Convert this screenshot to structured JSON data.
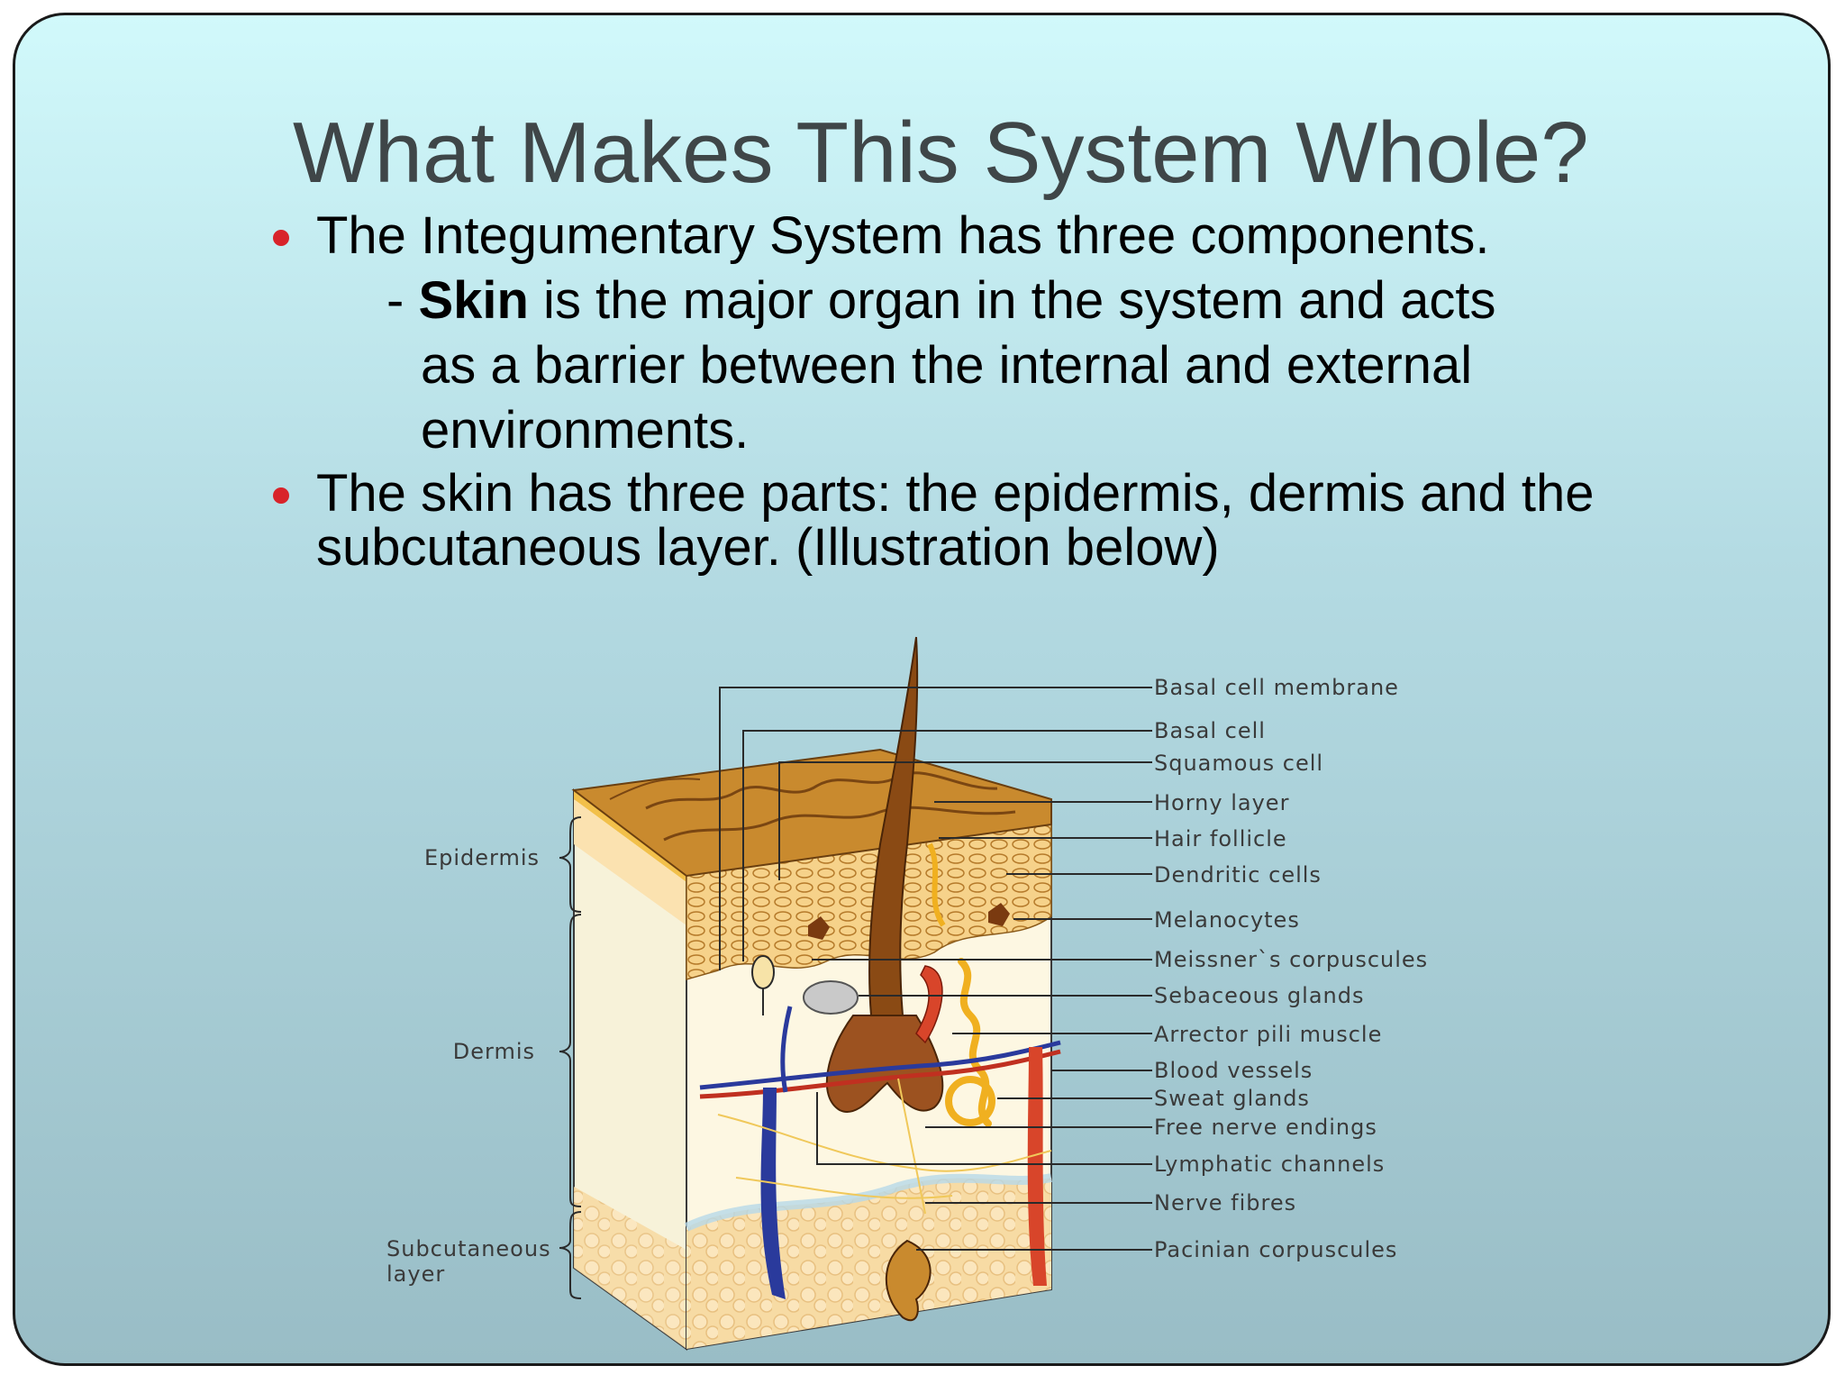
{
  "slide": {
    "title": "What Makes This System Whole?",
    "bullets": [
      {
        "text": "The Integumentary System has three components."
      },
      {
        "text_line1": "The skin has three parts: the epidermis, dermis and the",
        "text_line2": "subcutaneous layer. (Illustration below)"
      }
    ],
    "sub_point": {
      "dash": "- ",
      "bold": "Skin",
      "rest_line1": " is the major organ in the system and acts",
      "line2": "as a barrier between the internal and external",
      "line3": "environments."
    },
    "accent_color": "#d8232a"
  },
  "diagram": {
    "layers": [
      "Epidermis",
      "Dermis",
      "Subcutaneous",
      "layer"
    ],
    "labels": [
      "Basal cell membrane",
      "Basal cell",
      "Squamous cell",
      "Horny layer",
      "Hair follicle",
      "Dendritic cells",
      "Melanocytes",
      "Meissner`s corpuscules",
      "Sebaceous glands",
      "Arrector pili muscle",
      "Blood vessels",
      "Sweat glands",
      "Free nerve endings",
      "Lymphatic channels",
      "Nerve fibres",
      "Pacinian corpuscules"
    ]
  }
}
